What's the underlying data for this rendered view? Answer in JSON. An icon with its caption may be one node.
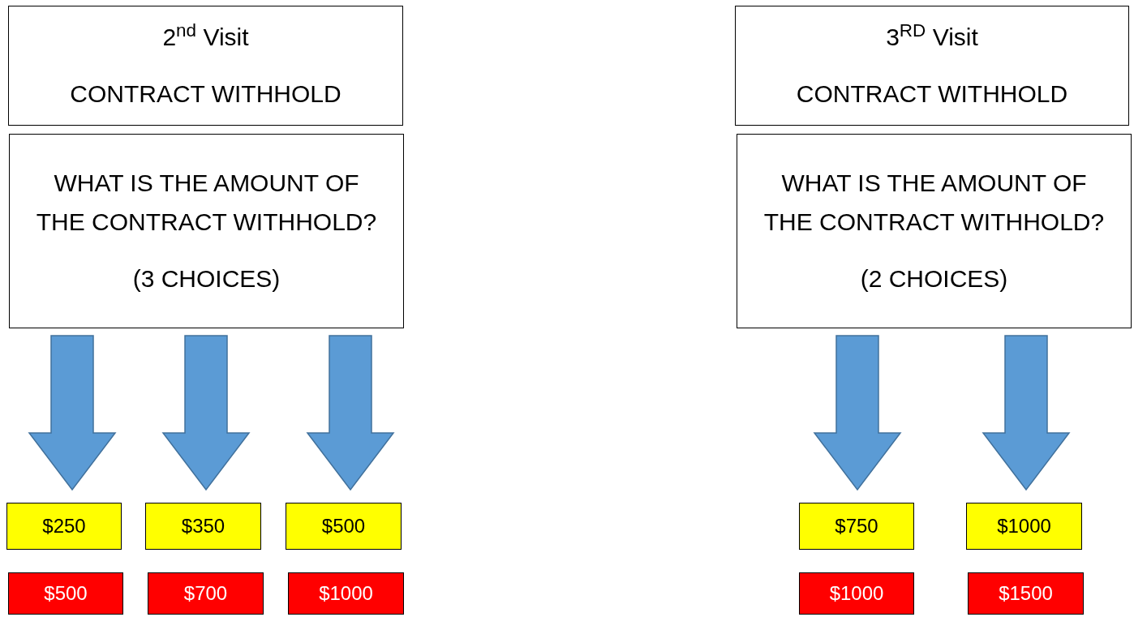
{
  "diagram": {
    "nodes": [
      {
        "text": [
          "2$^{nd}$ Visit",
          "CONTRACT WITHHOLD"
        ]
      },
      {
        "text": [
          "WHAT IS THE AMOUNT OF THE CONTRACT WITHHOLD?",
          "(3 CHOICES)"
        ]
      },
      {
        "text": [
          "3$^{RD}$ Visit",
          "CONTRACT WITHHOLD"
        ]
      },
      {
        "text": [
          "WHAT IS THE AMOUNT OF THE CONTRACT WITHHOLD?",
          "(2 CHOICES)"
        ]
      },
      {
        "text": [
          "$250"
        ]
      },
      {
        "text": [
          "$350"
        ]
      },
      {
        "text": [
          "$500"
        ]
      },
      {
        "text": [
          "$500"
        ]
      },
      {
        "text": [
          "$700"
        ]
      },
      {
        "text": [
          "$1000"
        ]
      },
      {
        "text": [
          "$750"
        ]
      },
      {
        "text": [
          "$1000"
        ]
      },
      {
        "text": [
          "$1000"
        ]
      },
      {
        "text": [
          "$1500"
        ]
      }
    ],
    "edges": [
      {
        "from": 1,
        "to": 4,
        "arrow": "to",
        "style": "thick",
        "color": "#5b9bd5"
      },
      {
        "from": 1,
        "to": 5,
        "arrow": "to",
        "style": "thick",
        "color": "#5b9bd5"
      },
      {
        "from": 1,
        "to": 6,
        "arrow": "to",
        "style": "thick",
        "color": "#5b9bd5"
      },
      {
        "from": 3,
        "to": 10,
        "arrow": "to",
        "style": "thick",
        "color": "#5b9bd5"
      },
      {
        "from": 3,
        "to": 11,
        "arrow": "to",
        "style": "thick",
        "color": "#5b9bd5"
      }
    ]
  }
}
